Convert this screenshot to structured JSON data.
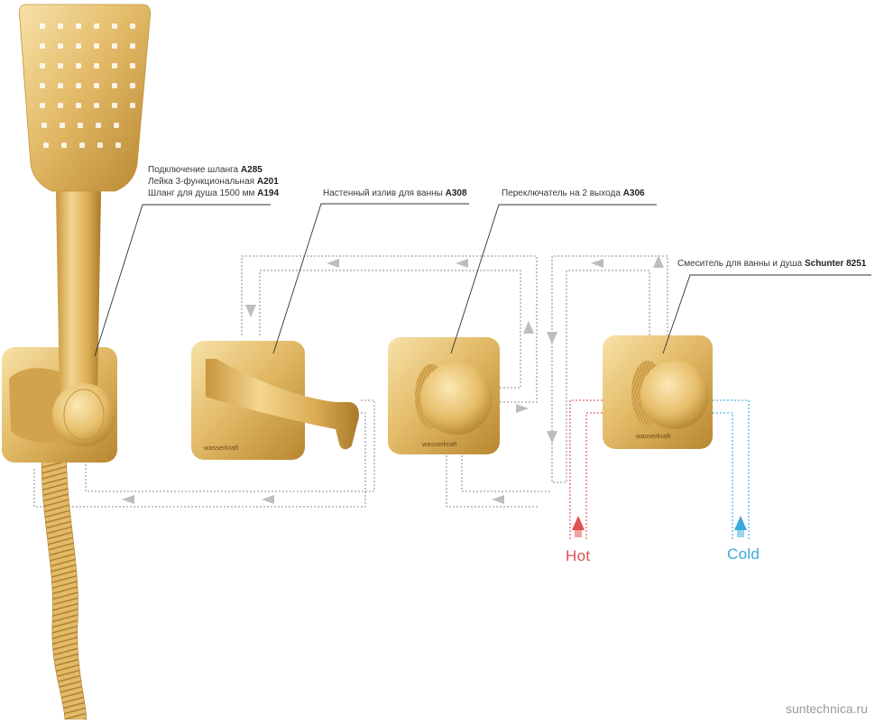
{
  "colors": {
    "gold_light": "#f4d893",
    "gold_mid": "#dcae55",
    "gold_dark": "#a97a2a",
    "pipe_gray": "#9a9a9a",
    "hot": "#e05050",
    "cold": "#3aa8dc",
    "text": "#3a3a3a"
  },
  "callouts": {
    "handshower": {
      "lines": [
        {
          "text": "Подключение шланга ",
          "model": "A285"
        },
        {
          "text": "Лейка 3-функциональная ",
          "model": "A201"
        },
        {
          "text": "Шланг для душа 1500 мм ",
          "model": "A194"
        }
      ]
    },
    "spout": {
      "text": "Настенный излив для ванны ",
      "model": "A308"
    },
    "diverter": {
      "text": "Переключатель на 2 выхода ",
      "model": "A306"
    },
    "mixer": {
      "text": "Смеситель для ванны и душа ",
      "model": "Schunter 8251"
    }
  },
  "brand": "wasserkraft",
  "flow": {
    "hot_label": "Hot",
    "cold_label": "Cold"
  },
  "watermark": "suntechnica.ru"
}
